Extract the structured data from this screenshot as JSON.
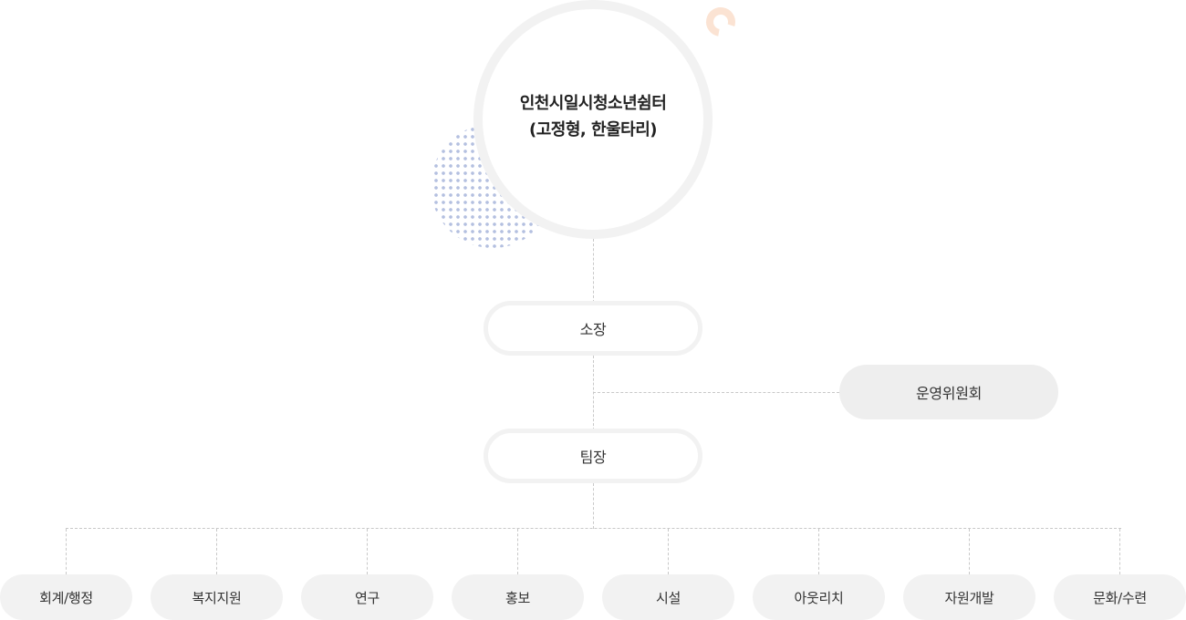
{
  "root": {
    "line1": "인천시일시청소년쉼터",
    "line2": "(고정형, 한울타리)"
  },
  "director": "소장",
  "committee": "운영위원회",
  "team_leader": "팀장",
  "departments": [
    "회계/행정",
    "복지지원",
    "연구",
    "홍보",
    "시설",
    "아웃리치",
    "자원개발",
    "문화/수련"
  ],
  "colors": {
    "ring": "#f2f2f2",
    "dept_fill": "#f2f2f2",
    "committee_fill": "#eeeeee",
    "dot_pattern": "#b4c0e0",
    "accent_ring": "#fbe3d3",
    "connector": "#c8c8c8"
  }
}
